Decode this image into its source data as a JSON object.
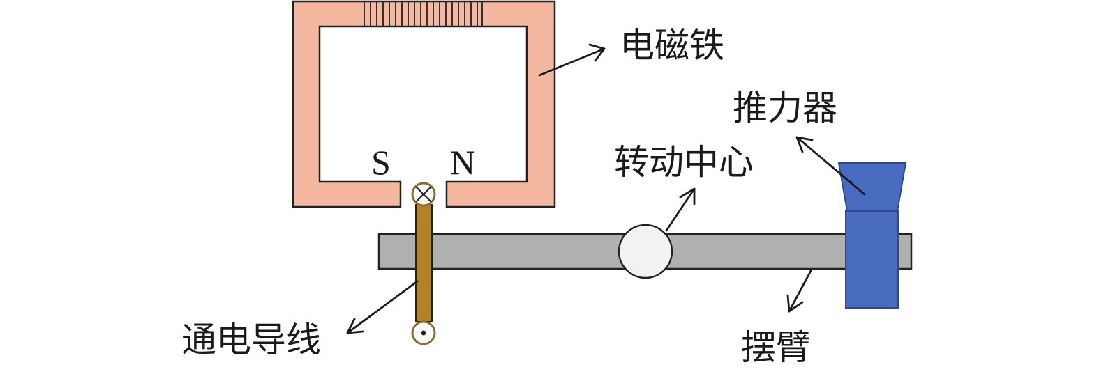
{
  "labels": {
    "electromagnet": "电磁铁",
    "thruster": "推力器",
    "pivot": "转动中心",
    "wire": "通电导线",
    "arm": "摆臂",
    "pole_s": "S",
    "pole_n": "N"
  },
  "colors": {
    "electromagnet": "#f4b8a0",
    "arm": "#b0b0b0",
    "pivot": "#f2f2f2",
    "wire": "#b08426",
    "thruster": "#4a6cc0",
    "outline": "#222222"
  },
  "icons": {
    "current_into_page": "cross-in-circle-icon",
    "current_out_of_page": "dot-in-circle-icon"
  }
}
